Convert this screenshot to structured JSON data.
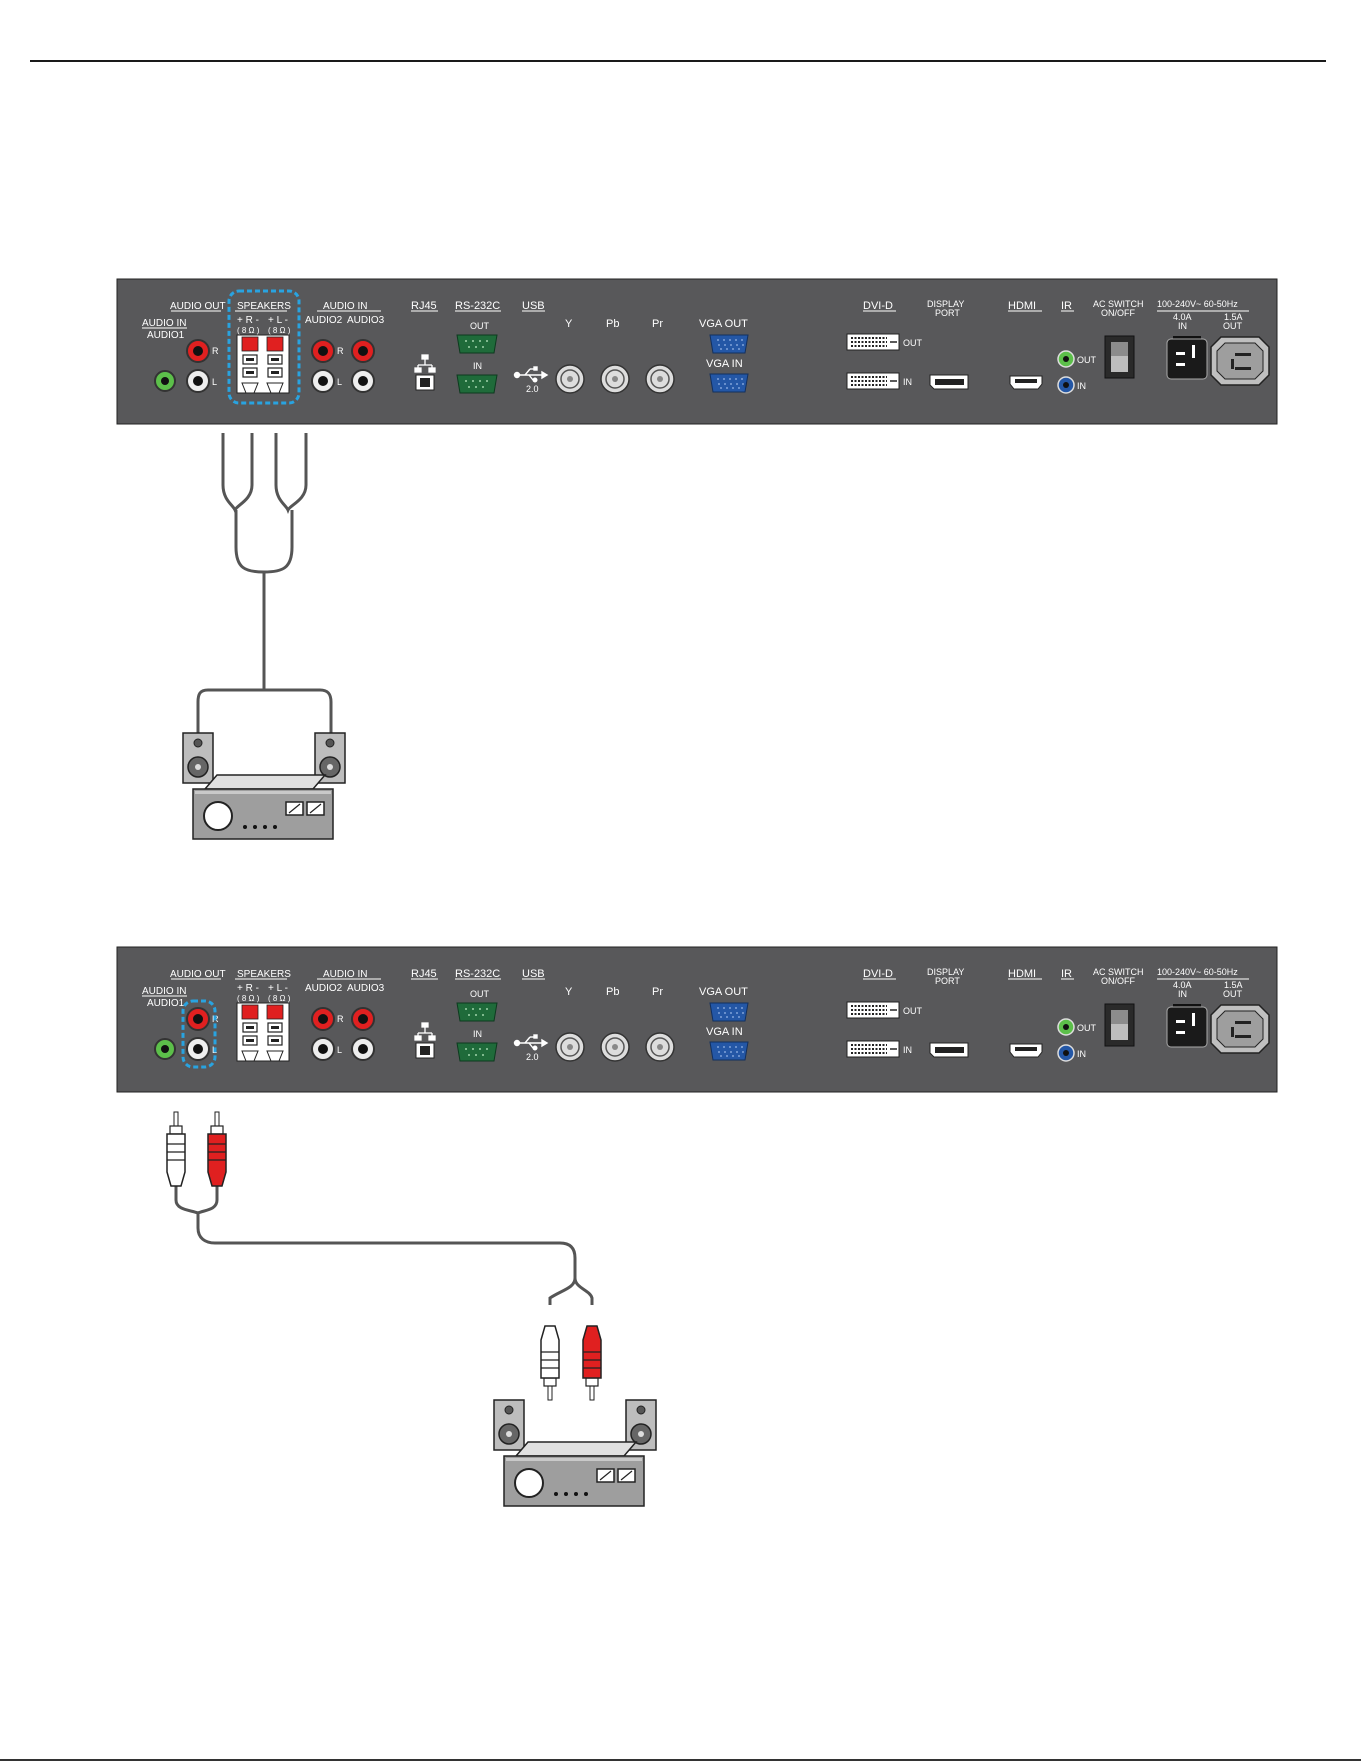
{
  "panel": {
    "audio_out": "AUDIO OUT",
    "audio_in_1": "AUDIO IN",
    "audio1": "AUDIO1",
    "speakers": "SPEAKERS",
    "speaker_r": "+ R -",
    "speaker_l": "+ L -",
    "ohm_r": "( 8 Ω )",
    "ohm_l": "( 8 Ω )",
    "audio_in_23": "AUDIO IN",
    "audio2": "AUDIO2",
    "audio3": "AUDIO3",
    "rca_r": "R",
    "rca_l": "L",
    "rca2_r": "R",
    "rca2_l": "L",
    "rj45": "RJ45",
    "rs232c": "RS-232C",
    "rs_out": "OUT",
    "rs_in": "IN",
    "usb": "USB",
    "usb_ver": "2.0",
    "y": "Y",
    "pb": "Pb",
    "pr": "Pr",
    "vga_out": "VGA OUT",
    "vga_in": "VGA IN",
    "dvid": "DVI-D",
    "dvi_out": "OUT",
    "dvi_in": "IN",
    "dp_line1": "DISPLAY",
    "dp_line2": "PORT",
    "hdmi": "HDMI",
    "ir": "IR",
    "ir_out": "OUT",
    "ir_in": "IN",
    "ac_switch_line1": "AC SWITCH",
    "ac_switch_line2": "ON/OFF",
    "power": "100-240V~ 60-50Hz",
    "power_in_rating": "4.0A",
    "power_in": "IN",
    "power_out_rating": "1.5A",
    "power_out": "OUT"
  },
  "colors": {
    "panel": "#58585a",
    "highlight": "#29a3e0",
    "rca_red": "#e02020",
    "rs232": "#1f6b3a",
    "vga": "#2457a6",
    "ir_out": "#5cbf4a",
    "ir_in": "#2457a6",
    "cable": "#555555"
  }
}
